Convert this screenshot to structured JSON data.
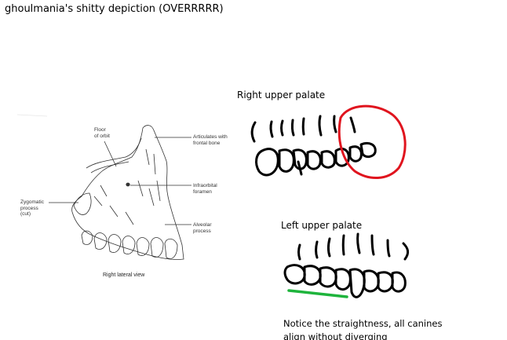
{
  "header": {
    "title": "ghoulmania's shitty depiction (OVERRRRR)"
  },
  "diagram": {
    "labels": {
      "floor_of_orbit": "Floor\nof orbit",
      "articulates": "Articulates with\nfrontal bone",
      "infraorbital": "Infraorbital\nforamen",
      "zygomatic": "Zygomatic\nprocess\n(cut)",
      "alveolar": "Alveolar\nprocess",
      "view": "Right lateral view"
    }
  },
  "captions": {
    "right": "Right upper palate",
    "left": "Left upper palate"
  },
  "note": {
    "text": "Notice the straightness, all canines\nalign without diverging"
  },
  "colors": {
    "ink": "#000000",
    "red": "#e0141e",
    "green": "#1eb43c"
  }
}
